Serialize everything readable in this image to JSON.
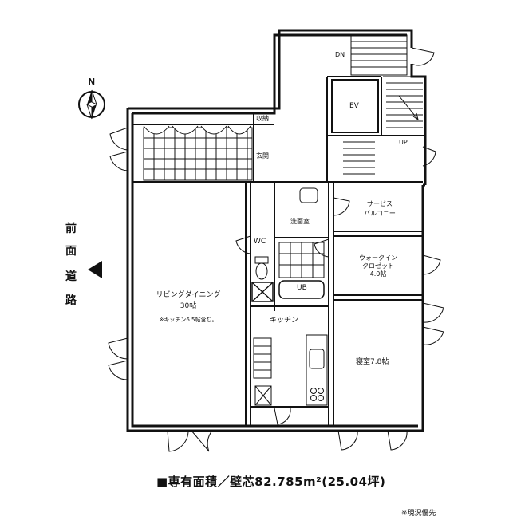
{
  "compass": {
    "label": "N"
  },
  "road": {
    "chars": [
      "前",
      "面",
      "道",
      "路"
    ]
  },
  "stairs": {
    "dn": "DN",
    "up": "UP",
    "ev": "EV"
  },
  "rooms": {
    "storage": "収納",
    "entrance": "玄関",
    "living_title": "リビングダイニング",
    "living_size": "30帖",
    "living_note": "※キッチン6.5帖含む。",
    "wc": "WC",
    "washroom": "洗面室",
    "ub": "UB",
    "kitchen": "キッチン",
    "service_balcony_1": "サービス",
    "service_balcony_2": "バルコニー",
    "walkin_1": "ウォークイン",
    "walkin_2": "クロゼット",
    "walkin_3": "4.0帖",
    "bedroom": "寝室7.8帖"
  },
  "area_summary": "■専有面積／壁芯82.785m²(25.04坪)",
  "note": "※現況優先"
}
